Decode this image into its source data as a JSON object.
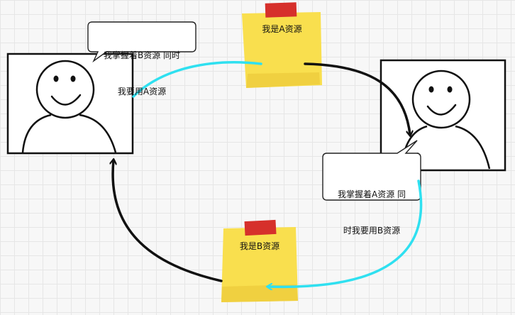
{
  "bubbles": {
    "person1": {
      "line1": "我掌握着B资源 同时",
      "line2": "我要用A资源"
    },
    "person2": {
      "line1": "我掌握着A资源 同",
      "line2": "时我要用B资源"
    }
  },
  "notes": {
    "a": {
      "label": "我是A资源"
    },
    "b": {
      "label": "我是B资源"
    }
  },
  "colors": {
    "note_yellow": "#f9df4e",
    "tape_red": "#d6302b",
    "cyan_arrow": "#2fe0f0",
    "black_arrow": "#111111"
  }
}
